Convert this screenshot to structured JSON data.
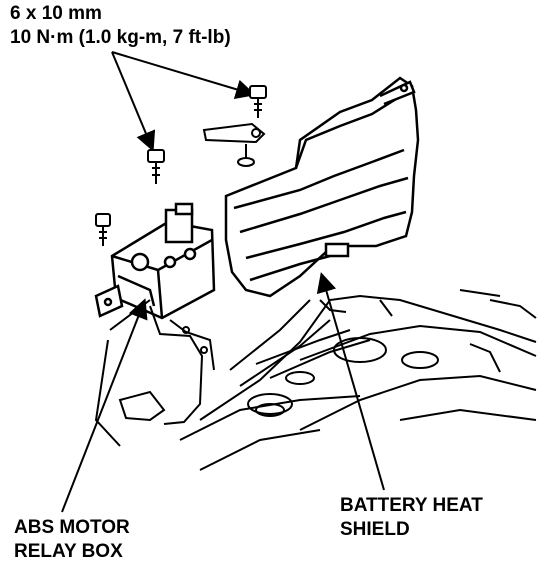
{
  "callouts": {
    "bolt_size": "6 x 10 mm",
    "torque": "10 N·m (1.0 kg-m, 7 ft-lb)",
    "relay_box_line1": "ABS MOTOR",
    "relay_box_line2": "RELAY BOX",
    "heat_shield_line1": "BATTERY HEAT",
    "heat_shield_line2": "SHIELD"
  },
  "colors": {
    "ink": "#000000",
    "paper": "#ffffff"
  }
}
